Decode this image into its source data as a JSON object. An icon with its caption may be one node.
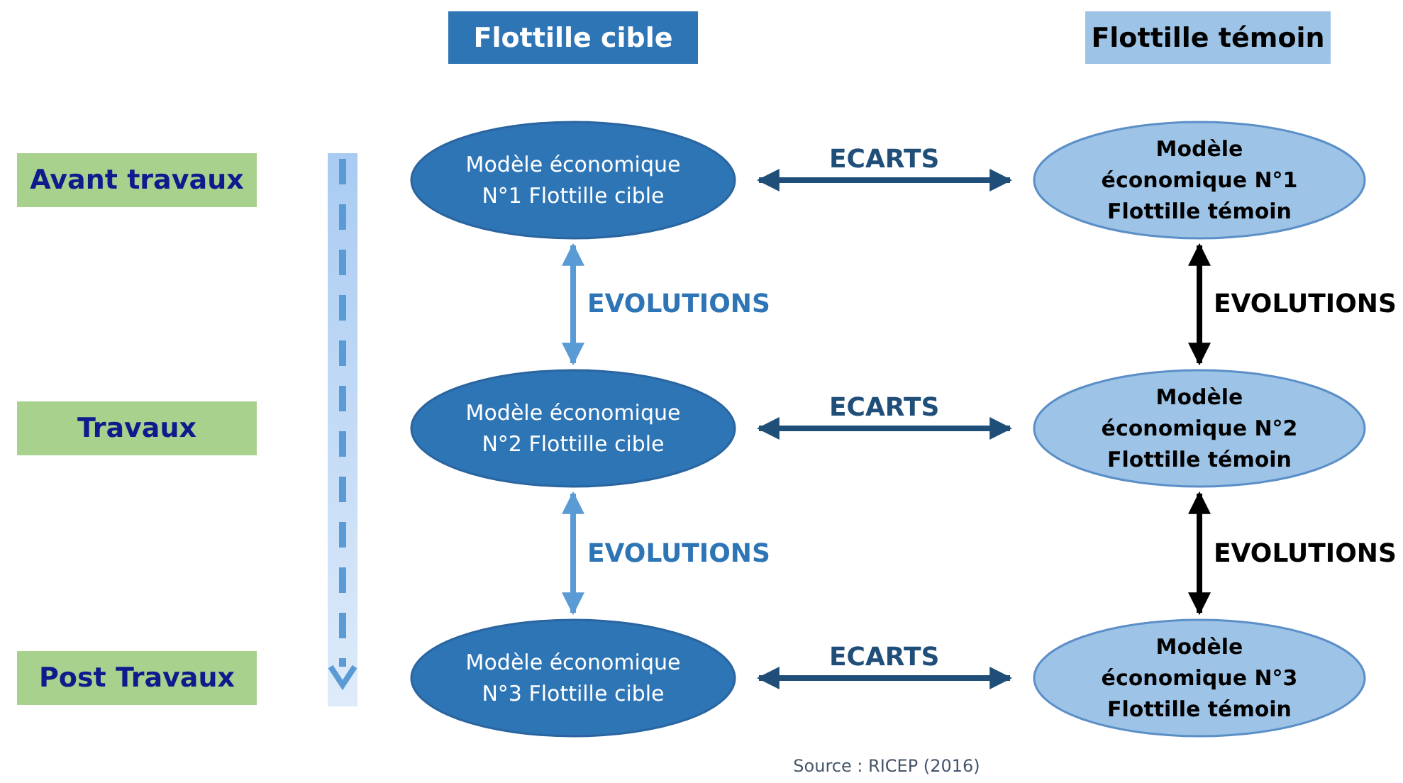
{
  "diagram": {
    "nodes": [
      {
        "text": [
          "Flottille cible"
        ]
      },
      {
        "text": [
          "Flottille témoin"
        ]
      },
      {
        "text": [
          "Avant travaux"
        ]
      },
      {
        "text": [
          "Modèle économique N°1 Flottille cible"
        ]
      },
      {
        "text": [
          "Modèle économique N°1 Flottille témoin"
        ]
      },
      {
        "text": [
          "Travaux"
        ]
      },
      {
        "text": [
          "Modèle économique N°2 Flottille cible"
        ]
      },
      {
        "text": [
          "Modèle économique N°2 Flottille témoin"
        ]
      },
      {
        "text": [
          "Post Travaux"
        ]
      },
      {
        "text": [
          "Modèle économique N°3 Flottille cible"
        ]
      },
      {
        "text": [
          "Modèle économique N°3 Flottille témoin"
        ]
      }
    ],
    "edges": [
      {
        "from": 3,
        "to": 4,
        "arrow": "both",
        "label": "ECARTS",
        "color": "#1f4e79"
      },
      {
        "from": 3,
        "to": 6,
        "arrow": "both",
        "label": "EVOLUTIONS",
        "color": "#5b9bd5"
      },
      {
        "from": 4,
        "to": 7,
        "arrow": "both",
        "label": "EVOLUTIONS",
        "color": "#000000"
      },
      {
        "from": 6,
        "to": 7,
        "arrow": "both",
        "label": "ECARTS",
        "color": "#1f4e79"
      },
      {
        "from": 6,
        "to": 9,
        "arrow": "both",
        "label": "EVOLUTIONS",
        "color": "#5b9bd5"
      },
      {
        "from": 7,
        "to": 10,
        "arrow": "both",
        "label": "EVOLUTIONS",
        "color": "#000000"
      },
      {
        "from": 9,
        "to": 10,
        "arrow": "both",
        "label": "ECARTS",
        "color": "#1f4e79"
      }
    ],
    "labels": [
      "Source : RICEP (2016)"
    ]
  }
}
